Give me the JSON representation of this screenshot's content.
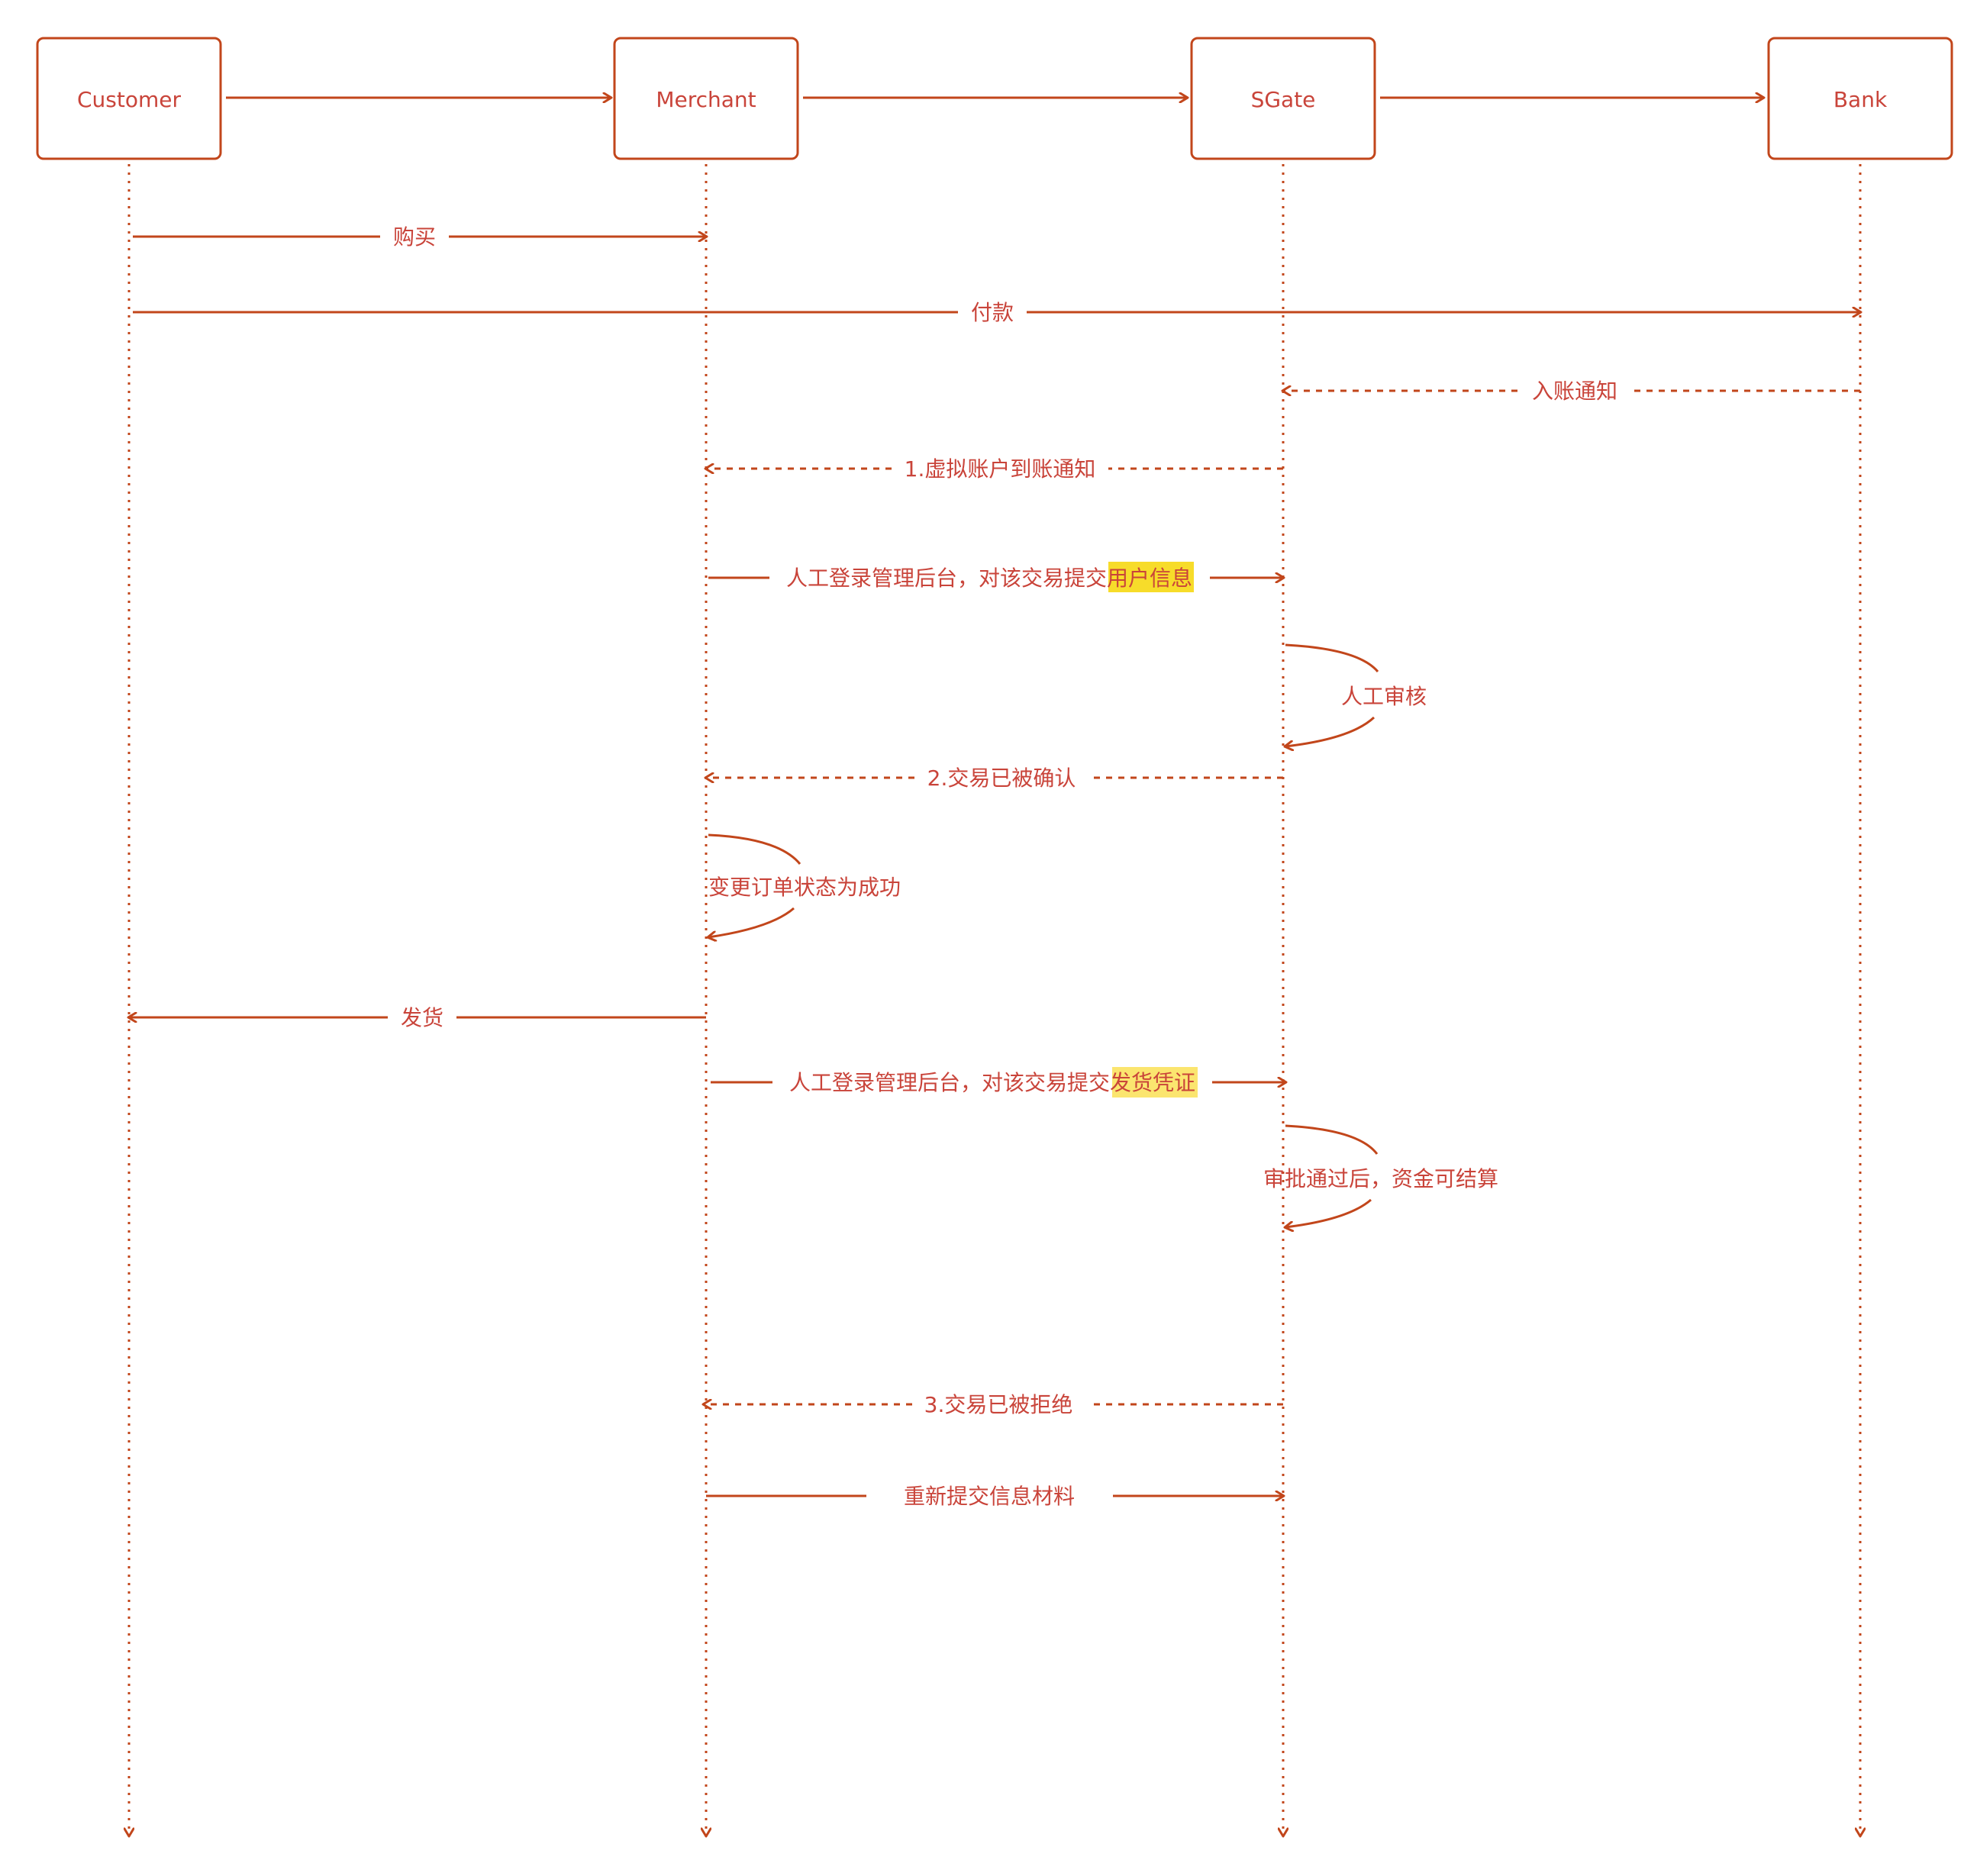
{
  "colors": {
    "stroke": "#c2461b",
    "text": "#c9443a",
    "highlight_strong": "#f7dc2a",
    "highlight_soft": "#fbe56f"
  },
  "participants": [
    "Customer",
    "Merchant",
    "SGate",
    "Bank"
  ],
  "messages": [
    {
      "from": 0,
      "to": 1,
      "label": "购买",
      "style": "solid"
    },
    {
      "from": 0,
      "to": 3,
      "label": "付款",
      "style": "solid"
    },
    {
      "from": 3,
      "to": 2,
      "label": "入账通知",
      "style": "dashed"
    },
    {
      "from": 2,
      "to": 1,
      "label": "1.虚拟账户到账通知",
      "style": "dashed"
    },
    {
      "from": 1,
      "to": 2,
      "label": "人工登录管理后台，对该交易提交",
      "highlight": "用户信息",
      "style": "solid"
    },
    {
      "self": 2,
      "label": "人工审核"
    },
    {
      "from": 2,
      "to": 1,
      "label": "2.交易已被确认",
      "style": "dashed"
    },
    {
      "self": 1,
      "label": "变更订单状态为成功"
    },
    {
      "from": 1,
      "to": 0,
      "label": "发货",
      "style": "solid"
    },
    {
      "from": 1,
      "to": 2,
      "label": "人工登录管理后台，对该交易提交",
      "highlight": "发货凭证",
      "style": "solid"
    },
    {
      "self": 2,
      "label": "审批通过后，资金可结算"
    },
    {
      "from": 2,
      "to": 1,
      "label": "3.交易已被拒绝",
      "style": "dashed"
    },
    {
      "from": 1,
      "to": 2,
      "label": "重新提交信息材料",
      "style": "solid"
    }
  ]
}
